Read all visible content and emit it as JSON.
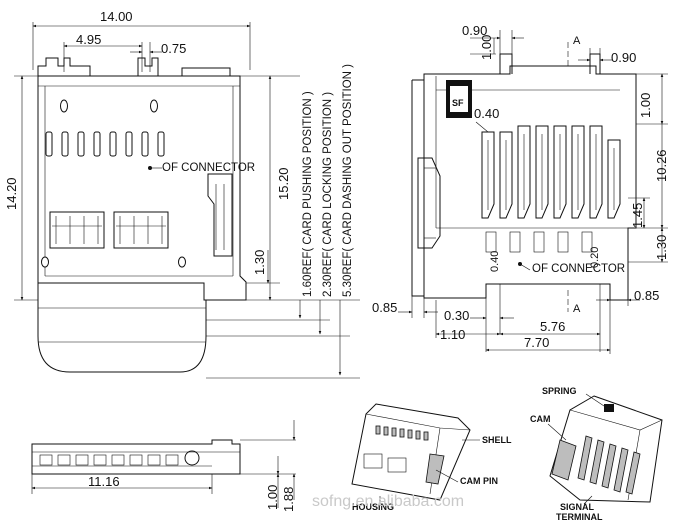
{
  "front_view": {
    "overall_width": "14.00",
    "offset_left": "4.95",
    "slot_width": "0.75",
    "overall_height": "14.20",
    "height_15": "15.20",
    "height_1_30": "1.30",
    "ref_notes": [
      "1.60REF( CARD PUSHING POSITION )",
      "2.30REF( CARD LOCKING POSITION )",
      "5.30REF( CARD DASHING OUT POSITION )"
    ],
    "connector_label": "OF CONNECTOR"
  },
  "side_view": {
    "top_left": "0.90",
    "top_right": "0.90",
    "right_1": "1.00",
    "left_1": "1.00",
    "height_10_26": "10.26",
    "height_1_45": "1.45",
    "height_1_30": "1.30",
    "pitch_0_40_top": "0.40",
    "pitch_0_40": "0.40",
    "small_0_20": "0.20",
    "bottom_left": "0.85",
    "bottom_right": "0.85",
    "dim_0_30": "0.30",
    "dim_1_10": "1.10",
    "dim_5_76": "5.76",
    "dim_7_70": "7.70",
    "section_top": "A",
    "section_bottom": "A",
    "connector_label": "OF CONNECTOR"
  },
  "bottom_view": {
    "width": "11.16",
    "height_1_88": "1.88",
    "height_1_00": "1.00"
  },
  "iso_views": {
    "left_labels": [
      "SHELL",
      "CAM PIN",
      "HOUSING"
    ],
    "right_labels": [
      "SPRING",
      "CAM",
      "SIGNAL TERMINAL"
    ]
  },
  "watermark": "sofng.en.alibaba.com"
}
